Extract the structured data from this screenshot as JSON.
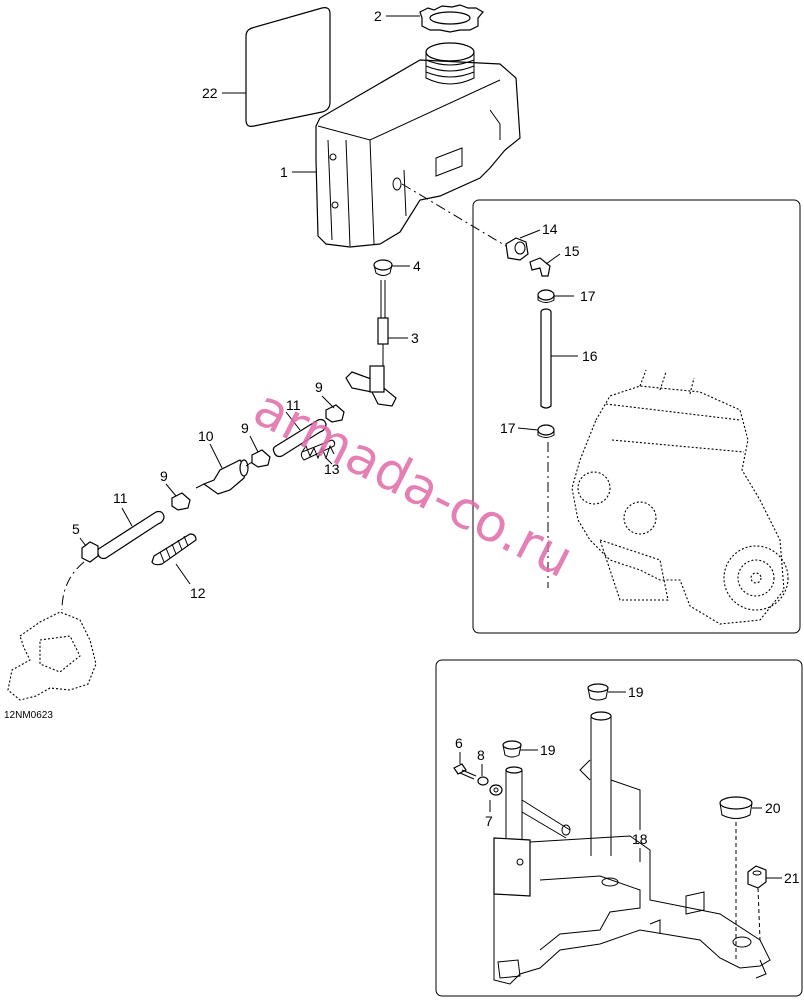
{
  "drawing_code": "12NM0623",
  "watermark": "armada-co.ru",
  "callouts": [
    {
      "id": "c22",
      "text": "22"
    },
    {
      "id": "c2",
      "text": "2"
    },
    {
      "id": "c1",
      "text": "1"
    },
    {
      "id": "c14",
      "text": "14"
    },
    {
      "id": "c15",
      "text": "15"
    },
    {
      "id": "c4",
      "text": "4"
    },
    {
      "id": "c17a",
      "text": "17"
    },
    {
      "id": "c3",
      "text": "3"
    },
    {
      "id": "c16",
      "text": "16"
    },
    {
      "id": "c9a",
      "text": "9"
    },
    {
      "id": "c11a",
      "text": "11"
    },
    {
      "id": "c10",
      "text": "10"
    },
    {
      "id": "c9b",
      "text": "9"
    },
    {
      "id": "c17b",
      "text": "17"
    },
    {
      "id": "c13",
      "text": "13"
    },
    {
      "id": "c9c",
      "text": "9"
    },
    {
      "id": "c11b",
      "text": "11"
    },
    {
      "id": "c5",
      "text": "5"
    },
    {
      "id": "c12",
      "text": "12"
    },
    {
      "id": "c19a",
      "text": "19"
    },
    {
      "id": "c6",
      "text": "6"
    },
    {
      "id": "c8",
      "text": "8"
    },
    {
      "id": "c19b",
      "text": "19"
    },
    {
      "id": "c20",
      "text": "20"
    },
    {
      "id": "c7",
      "text": "7"
    },
    {
      "id": "c18",
      "text": "18"
    },
    {
      "id": "c21",
      "text": "21"
    }
  ]
}
